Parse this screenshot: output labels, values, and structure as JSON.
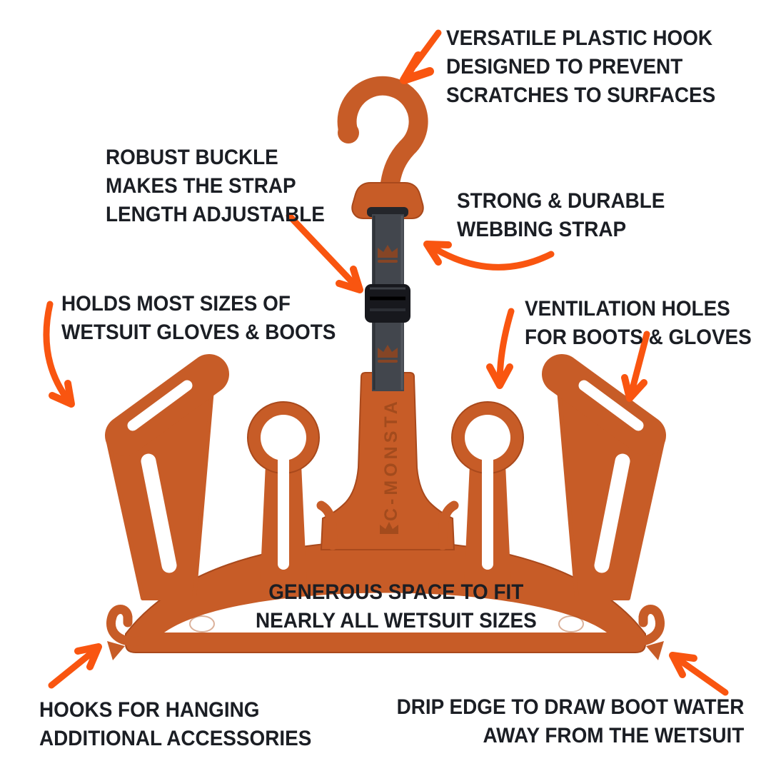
{
  "product": {
    "brand_vertical": "C-MONSTA",
    "colors": {
      "hanger_orange": "#c75c27",
      "hanger_outline": "#a9491c",
      "arrow_orange": "#f95510",
      "strap_gray": "#42464d",
      "buckle_black": "#17181d",
      "label_text": "#1b1e24",
      "background": "#ffffff"
    }
  },
  "annotations": {
    "hook": {
      "lines": [
        "VERSATILE PLASTIC HOOK",
        "DESIGNED TO PREVENT",
        "SCRATCHES TO SURFACES"
      ]
    },
    "buckle": {
      "lines": [
        "ROBUST BUCKLE",
        "MAKES THE STRAP",
        "LENGTH ADJUSTABLE"
      ]
    },
    "strap": {
      "lines": [
        "STRONG & DURABLE",
        "WEBBING STRAP"
      ]
    },
    "holds": {
      "lines": [
        "HOLDS MOST SIZES OF",
        "WETSUIT GLOVES & BOOTS"
      ]
    },
    "ventilation": {
      "lines": [
        "VENTILATION HOLES",
        "FOR BOOTS & GLOVES"
      ]
    },
    "space": {
      "lines": [
        "GENEROUS SPACE TO FIT",
        "NEARLY ALL WETSUIT SIZES"
      ]
    },
    "accessory_hooks": {
      "lines": [
        "HOOKS FOR HANGING",
        "ADDITIONAL ACCESSORIES"
      ]
    },
    "drip_edge": {
      "lines": [
        "DRIP EDGE TO DRAW BOOT WATER",
        "AWAY FROM THE WETSUIT"
      ]
    }
  }
}
